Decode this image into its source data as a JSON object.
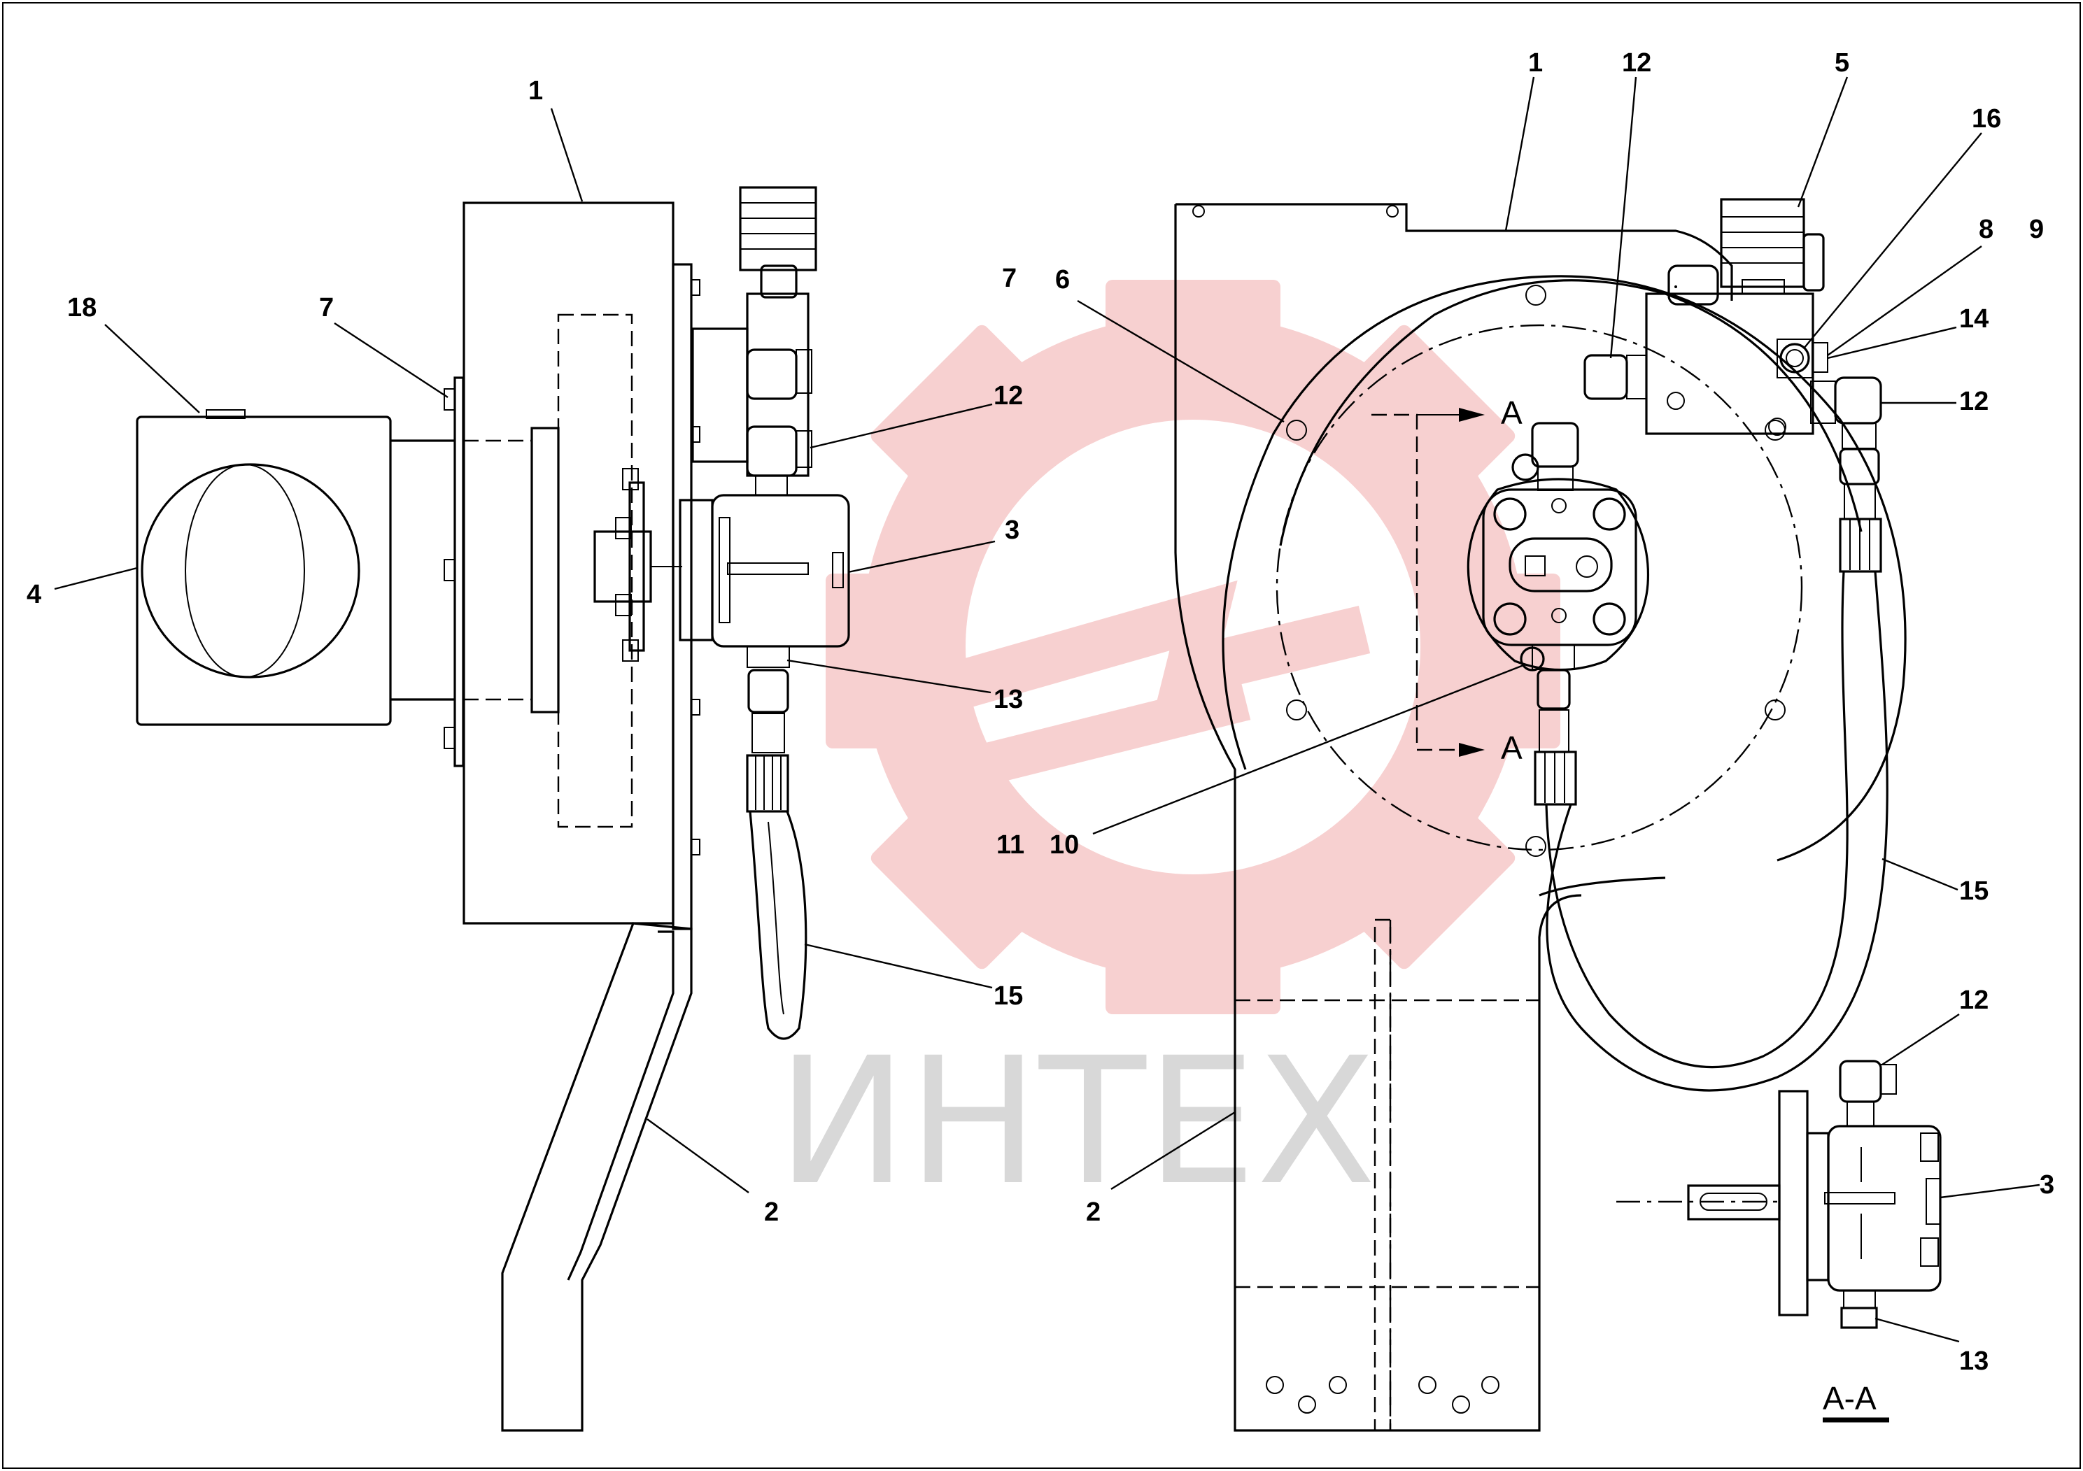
{
  "watermark": {
    "text": "ИНТЕХ",
    "gear_color": "#f7cccc",
    "text_color": "#d8d8d8"
  },
  "section_labels": {
    "arrow_top": "A",
    "arrow_bottom": "A",
    "view_title": "A-A"
  },
  "left_view": {
    "callouts": [
      "1",
      "18",
      "7",
      "4",
      "7",
      "12",
      "3",
      "13",
      "15",
      "2"
    ]
  },
  "right_view": {
    "callouts": [
      "1",
      "12",
      "5",
      "16",
      "8",
      "9",
      "14",
      "12",
      "6",
      "11",
      "10",
      "15",
      "2"
    ]
  },
  "section_view": {
    "callouts": [
      "12",
      "3",
      "13"
    ]
  }
}
